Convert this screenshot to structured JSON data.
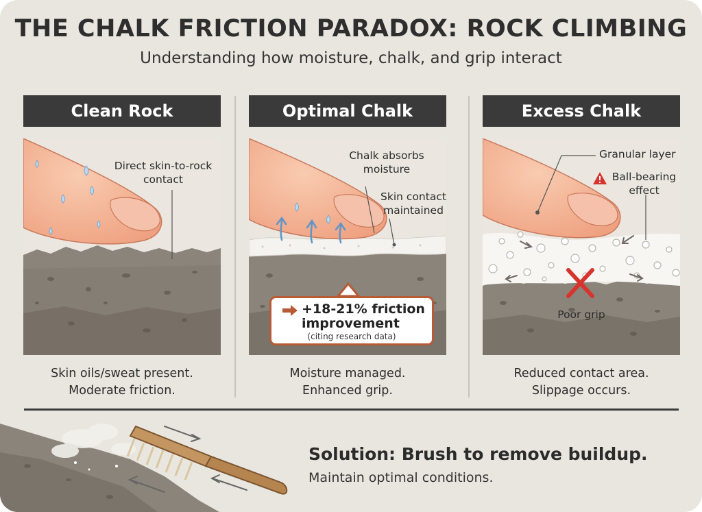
{
  "header": {
    "title": "THE CHALK FRICTION PARADOX: ROCK CLIMBING",
    "subtitle": "Understanding how moisture, chalk, and grip interact"
  },
  "panels": [
    {
      "heading": "Clean Rock",
      "labels": [
        "Direct skin-to-rock",
        "contact"
      ],
      "caption": [
        "Skin oils/sweat present.",
        "Moderate friction."
      ]
    },
    {
      "heading": "Optimal Chalk",
      "labels": {
        "absorbs": [
          "Chalk absorbs",
          "moisture"
        ],
        "contact": [
          "Skin contact",
          "maintained"
        ]
      },
      "callout": {
        "main": [
          "+18-21% friction",
          "improvement"
        ],
        "sub": "(citing research data)"
      },
      "caption": [
        "Moisture managed.",
        "Enhanced grip."
      ]
    },
    {
      "heading": "Excess Chalk",
      "labels": {
        "granular": "Granular layer",
        "ball": [
          "Ball-bearing",
          "effect"
        ],
        "poor": "Poor grip"
      },
      "caption": [
        "Reduced contact area.",
        "Slippage occurs."
      ]
    }
  ],
  "solution": {
    "title": "Solution: Brush to remove buildup.",
    "subtitle": "Maintain optimal conditions."
  },
  "colors": {
    "header_bg": "#3a3a3a",
    "skin": "#f5b998",
    "rock": "#8b847a",
    "accent": "#b75a36",
    "warning": "#d6342c"
  }
}
